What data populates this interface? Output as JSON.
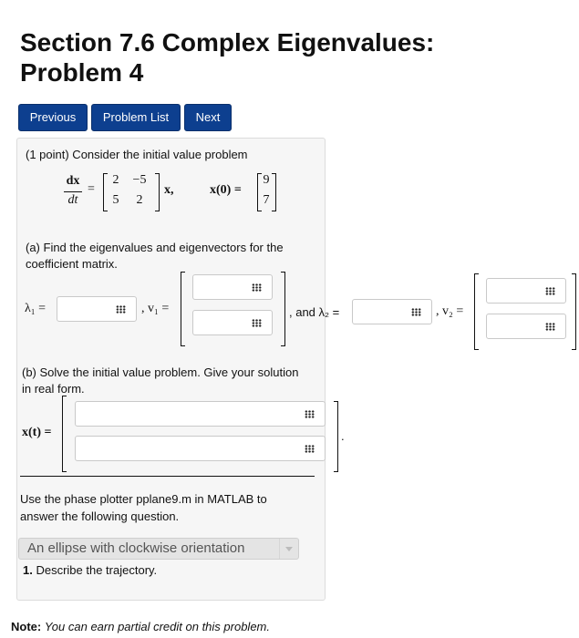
{
  "header": {
    "title_line1": "Section 7.6 Complex Eigenvalues:",
    "title_line2": "Problem 4"
  },
  "nav": {
    "previous": "Previous",
    "problem_list": "Problem List",
    "next": "Next"
  },
  "problem": {
    "intro": "(1 point) Consider the initial value problem",
    "de_num": "dx",
    "de_den": "dt",
    "equals": "=",
    "matrix": [
      "2",
      "−5",
      "5",
      "2"
    ],
    "x_after": "x,",
    "ic_label": "x(0) =",
    "ic_vector": [
      "9",
      "7"
    ],
    "part_a_line1": "(a) Find the eigenvalues and eigenvectors for the",
    "part_a_line2": "coefficient matrix.",
    "lambda1": "λ₁ =",
    "v1": ", v₁ =",
    "and_lambda2": ", and λ₂ =",
    "v2": ", v₂ =",
    "part_b_line1": "(b) Solve the initial value problem. Give your solution",
    "part_b_line2": "in real form.",
    "xt_label": "x(t) =",
    "period": ".",
    "phase_line1": "Use the phase plotter pplane9.m in MATLAB to",
    "phase_line2": "answer the following question.",
    "select_value": "An ellipse with clockwise orientation",
    "question_num": "1.",
    "question_text": "Describe the trajectory."
  },
  "note": {
    "label": "Note:",
    "text": "You can earn partial credit on this problem."
  },
  "colors": {
    "nav_button": "#0d3f8f",
    "panel_bg": "#f6f6f6"
  }
}
